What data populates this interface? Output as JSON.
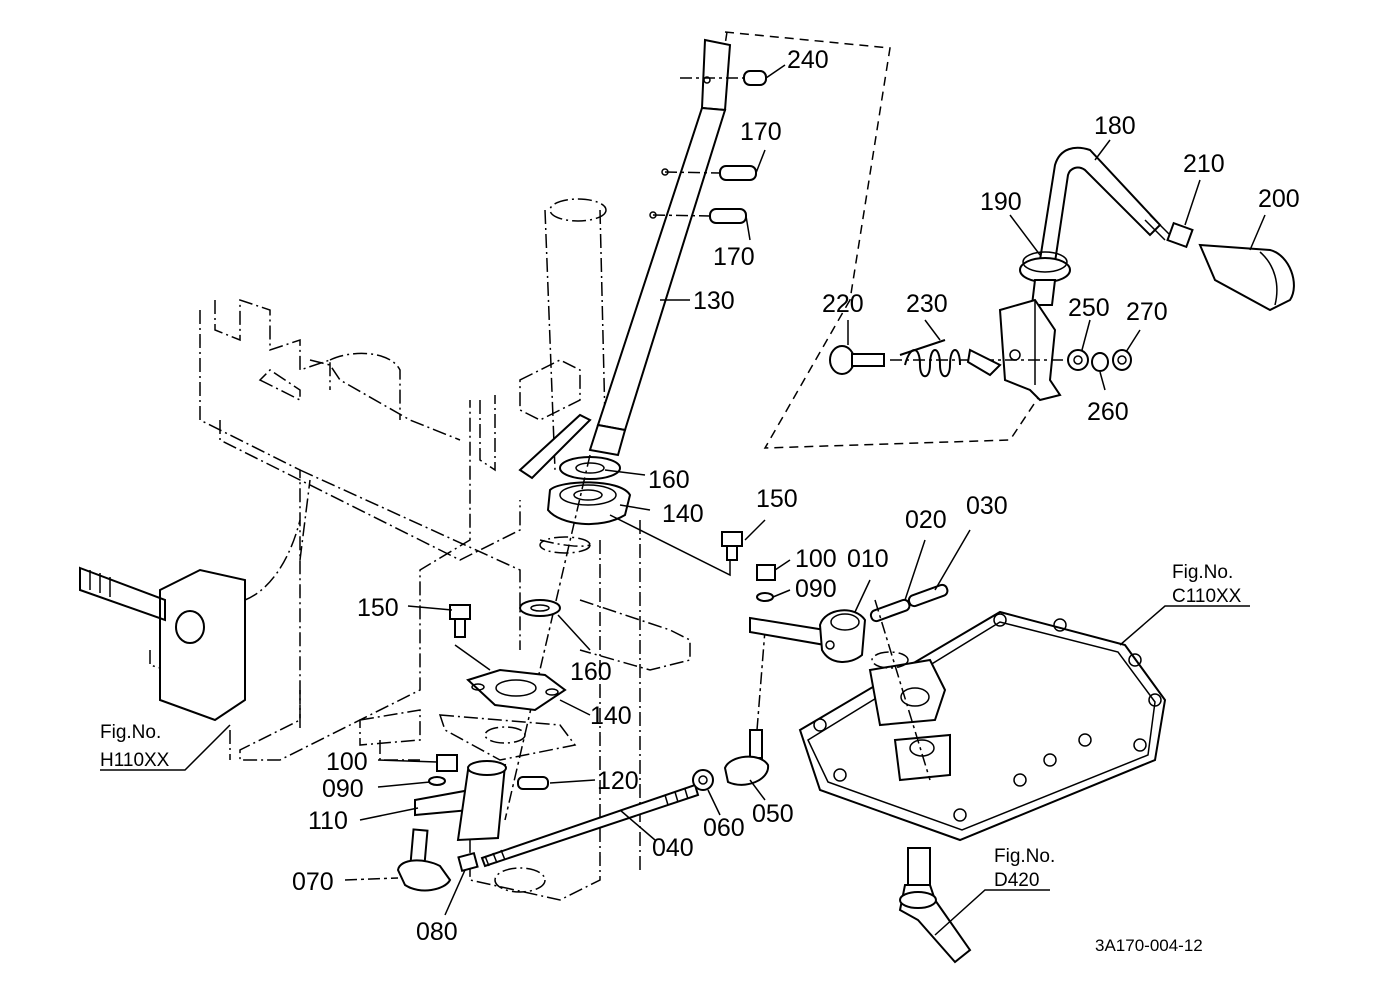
{
  "labels": {
    "p240": "240",
    "p170a": "170",
    "p170b": "170",
    "p130": "130",
    "p180": "180",
    "p210": "210",
    "p200": "200",
    "p190": "190",
    "p220": "220",
    "p230": "230",
    "p250": "250",
    "p270": "270",
    "p260": "260",
    "p160a": "160",
    "p140a": "140",
    "p150a": "150",
    "p100a": "100",
    "p010": "010",
    "p020": "020",
    "p030": "030",
    "p090a": "090",
    "p150b": "150",
    "p160b": "160",
    "p140b": "140",
    "p100b": "100",
    "p090b": "090",
    "p120": "120",
    "p110": "110",
    "p040": "040",
    "p060": "060",
    "p050": "050",
    "p070": "070",
    "p080": "080"
  },
  "figure_refs": {
    "h110": {
      "line1": "Fig.No.",
      "line2": "H110XX"
    },
    "c110": {
      "line1": "Fig.No.",
      "line2": "C110XX"
    },
    "d420": {
      "line1": "Fig.No.",
      "line2": "D420"
    }
  },
  "drawing_code": "3A170-004-12"
}
